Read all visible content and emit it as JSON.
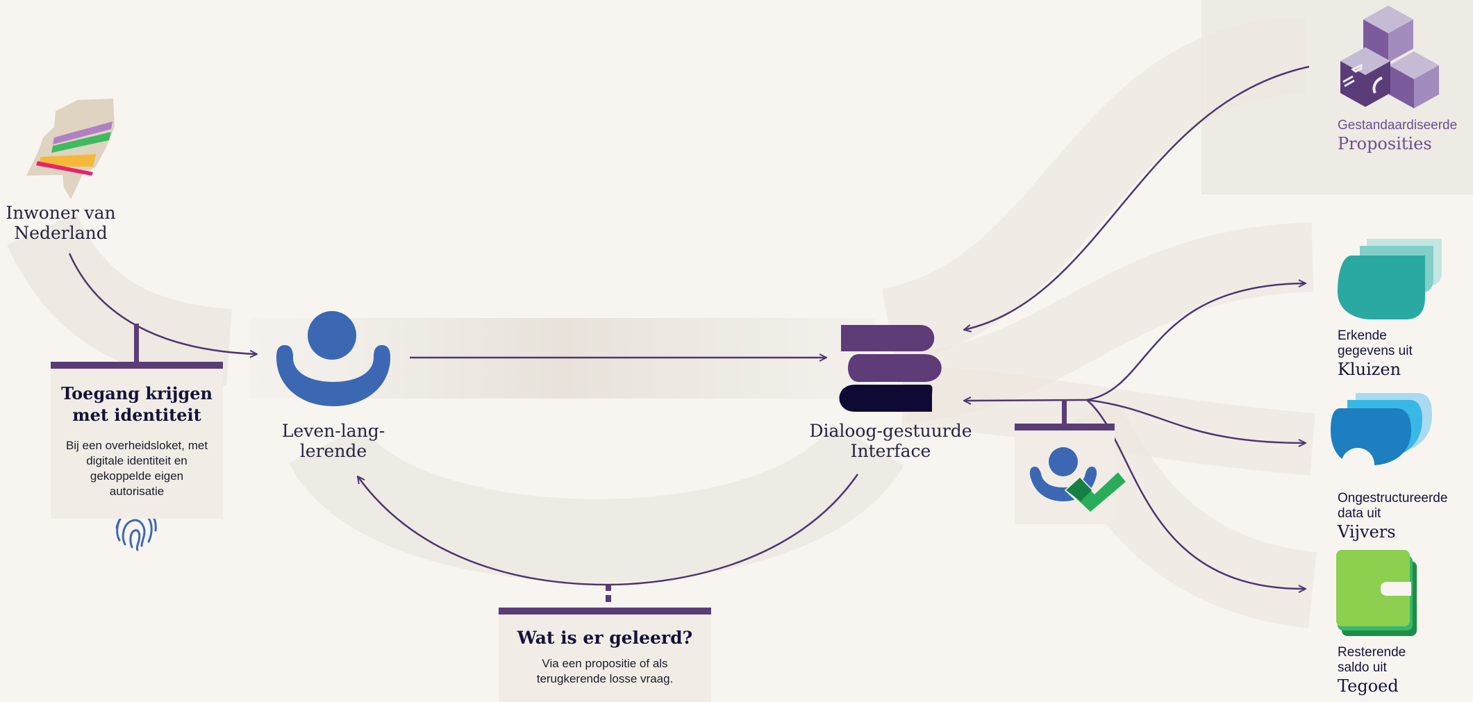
{
  "nodes": {
    "inwoner": {
      "line1": "Inwoner van",
      "line2": "Nederland"
    },
    "leven": {
      "line1": "Leven-lang-",
      "line2": "lerende"
    },
    "dialoog": {
      "line1": "Dialoog-gestuurde",
      "line2": "Interface"
    }
  },
  "cards": {
    "toegang": {
      "title_line1": "Toegang krijgen",
      "title_line2": "met identiteit",
      "desc_lines": [
        "Bij een overheidsloket, met",
        "digitale identiteit en",
        "gekoppelde eigen",
        "autorisatie"
      ]
    },
    "geleerd": {
      "title": "Wat is er geleerd?",
      "desc_lines": [
        "Via een propositie of als",
        "terugkerende losse vraag."
      ]
    }
  },
  "resources": {
    "proposities": {
      "small": "Gestandaardiseerde",
      "big": "Proposities"
    },
    "kluizen": {
      "small_lines": [
        "Erkende",
        "gegevens uit"
      ],
      "big": "Kluizen"
    },
    "vijvers": {
      "small_lines": [
        "Ongestructureerde",
        "data uit"
      ],
      "big": "Vijvers"
    },
    "tegoed": {
      "small_lines": [
        "Resterende",
        "saldo uit"
      ],
      "big": "Tegoed"
    }
  },
  "icons": [
    "netherlands-map-icon",
    "person-icon",
    "stack-icon",
    "person-check-icon",
    "fingerprint-icon",
    "cubes-icon",
    "vault-icon",
    "pond-icon",
    "credit-icon"
  ],
  "colors": {
    "background": "#f8f5f1",
    "arrow": "#4e3670",
    "accent_purple": "#5a3d78",
    "person_blue": "#3c68b3",
    "teal": "#2aa9a2",
    "blue": "#1d7fc0",
    "green": "#8dcf4e"
  }
}
